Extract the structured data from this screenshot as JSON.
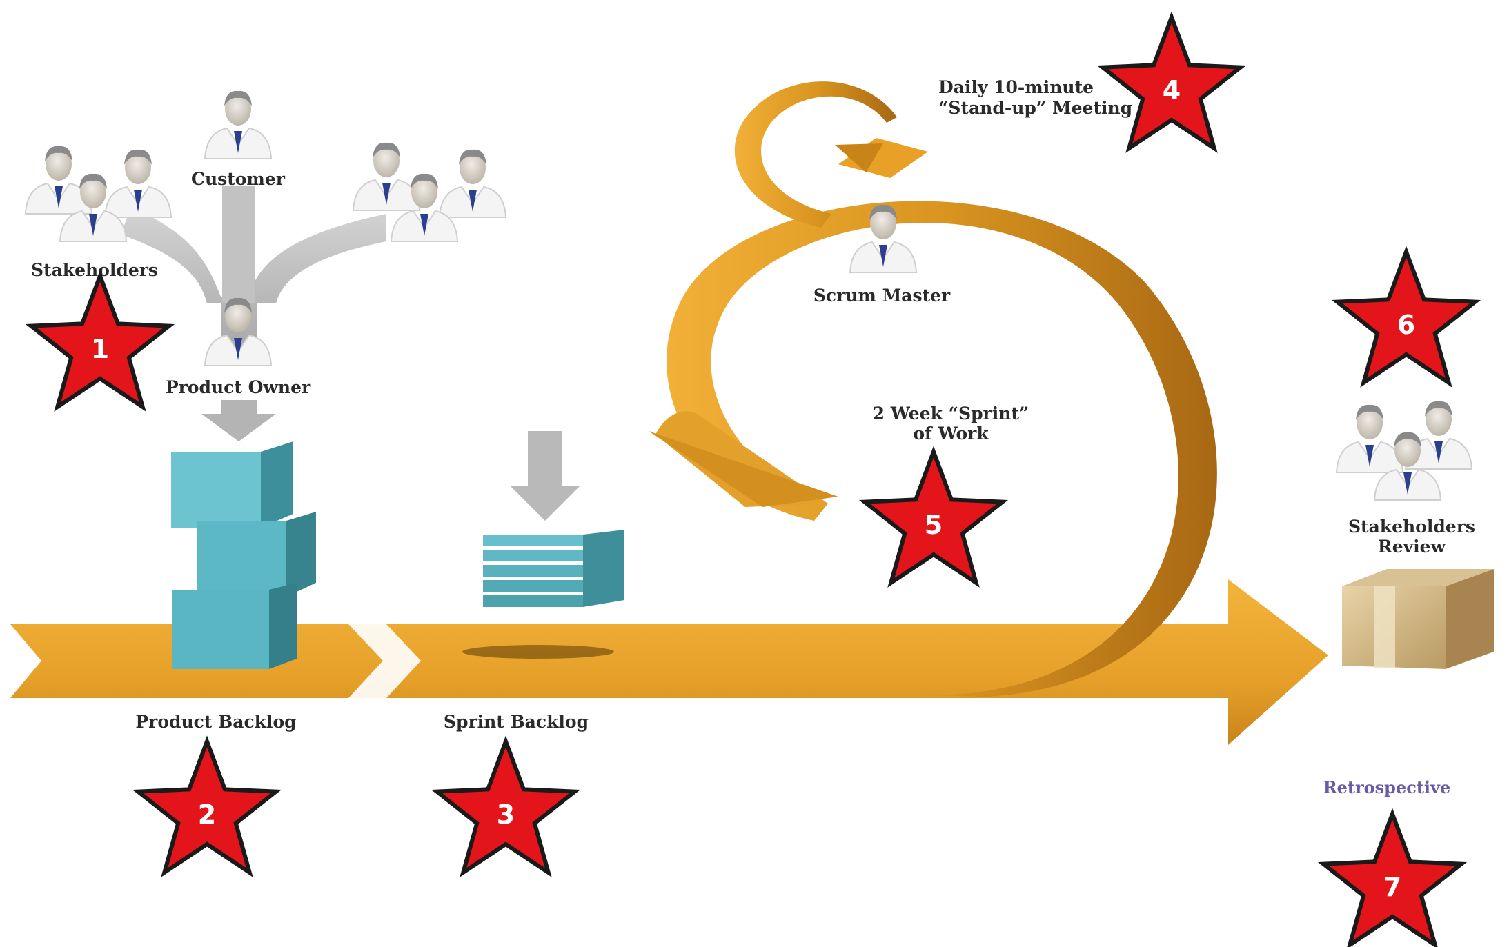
{
  "labels": {
    "stakeholders": "Stakeholders",
    "customer": "Customer",
    "product_owner": "Product Owner",
    "product_backlog": "Product Backlog",
    "sprint_backlog": "Sprint Backlog",
    "scrum_master": "Scrum Master",
    "daily_meeting_line1": "Daily 10-minute",
    "daily_meeting_line2": "“Stand-up” Meeting",
    "sprint_line1": "2 Week “Sprint”",
    "sprint_line2": "of Work",
    "review_line1": "Stakeholders",
    "review_line2": "Review",
    "retrospective": "Retrospective"
  },
  "markers": [
    "1",
    "2",
    "3",
    "4",
    "5",
    "6",
    "7"
  ],
  "colors": {
    "flow_arrow": "#e8a126",
    "flow_arrow_dark": "#b9761a",
    "backlog_block": "#5cb8c4",
    "funnel_gray": "#bdbdbd",
    "star_fill": "#e3141a",
    "star_stroke": "#1a1a1a"
  },
  "icons": [
    "person-icon",
    "box-icon",
    "star-marker-icon"
  ]
}
